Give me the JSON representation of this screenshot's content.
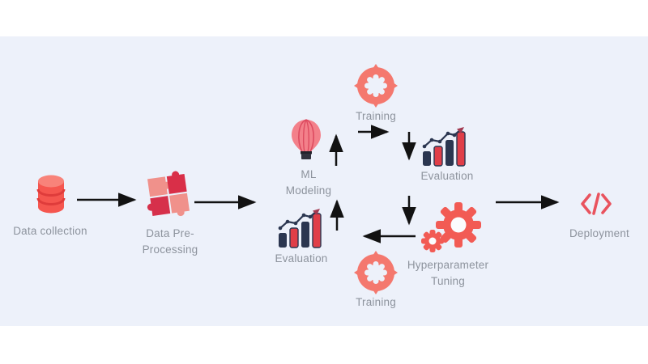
{
  "diagram": {
    "title": "machine learning workflow",
    "background": {
      "top_band": "#ffffff",
      "canvas": "#edf1fa",
      "bottom_band": "#ffffff"
    },
    "palette": {
      "coral": "#f4786e",
      "database_red": "#f5564f",
      "puzzle_dark_red": "#d92f48",
      "puzzle_light_coral": "#f0918b",
      "chart_navy": "#2b3650",
      "chart_bar_red": "#e03e48",
      "gear_red": "#f25b54",
      "code_red": "#e9535e",
      "arrow_black": "#121212",
      "label_gray": "#8d939d"
    },
    "nodes": {
      "data_collection": {
        "label": "Data collection",
        "icon": "database-icon"
      },
      "data_preprocessing": {
        "label": "Data Pre-\nProcessing",
        "icon": "puzzle-icon"
      },
      "ml_modeling": {
        "label": "ML\nModeling",
        "icon": "hot-air-balloon-icon"
      },
      "training_top": {
        "label": "Training",
        "icon": "gear-ring-icon"
      },
      "evaluation_top": {
        "label": "Evaluation",
        "icon": "bar-chart-trend-icon"
      },
      "hyperparameter_tuning": {
        "label": "Hyperparameter\nTuning",
        "icon": "gears-icon"
      },
      "training_bottom": {
        "label": "Training",
        "icon": "gear-ring-icon"
      },
      "evaluation_bottom": {
        "label": "Evaluation",
        "icon": "bar-chart-trend-icon"
      },
      "deployment": {
        "label": "Deployment",
        "icon": "code-icon"
      }
    },
    "edges": [
      {
        "from": "data_collection",
        "to": "data_preprocessing"
      },
      {
        "from": "data_preprocessing",
        "to": "ml_modeling"
      },
      {
        "from": "ml_modeling",
        "to": "training_top"
      },
      {
        "from": "training_top",
        "to": "evaluation_top"
      },
      {
        "from": "evaluation_top",
        "to": "hyperparameter_tuning"
      },
      {
        "from": "hyperparameter_tuning",
        "to": "training_bottom"
      },
      {
        "from": "training_bottom",
        "to": "evaluation_bottom"
      },
      {
        "from": "evaluation_bottom",
        "to": "ml_modeling"
      },
      {
        "from": "evaluation_top",
        "to": "deployment"
      }
    ]
  }
}
